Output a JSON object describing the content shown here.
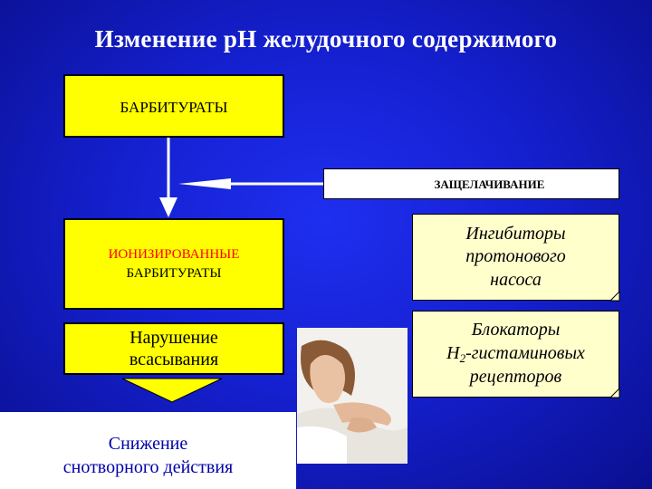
{
  "title": "Изменение рН желудочного содержимого",
  "boxes": {
    "barbiturates": "БАРБИТУРАТЫ",
    "alkalization": "ЗАЩЕЛАЧИВАНИЕ",
    "ionized_line1": "ИОНИЗИРОВАННЫЕ",
    "ionized_line2": "БАРБИТУРАТЫ",
    "absorption_line1": "Нарушение",
    "absorption_line2": "всасывания",
    "reduction_line1": "Снижение",
    "reduction_line2": "снотворного действия",
    "ppi_line1": "Ингибиторы",
    "ppi_line2": "протонового",
    "ppi_line3": "насоса",
    "h2_line1": "Блокаторы",
    "h2_line2_pre": "Н",
    "h2_line2_sub": "2",
    "h2_line2_post": "-гистаминовых",
    "h2_line3": "рецепторов"
  },
  "colors": {
    "background": "#1520d0",
    "yellow": "#ffff00",
    "cream": "#ffffcc",
    "red_text": "#ff0000",
    "blue_text": "#0000aa"
  },
  "image": {
    "subject": "sleeping-woman"
  }
}
